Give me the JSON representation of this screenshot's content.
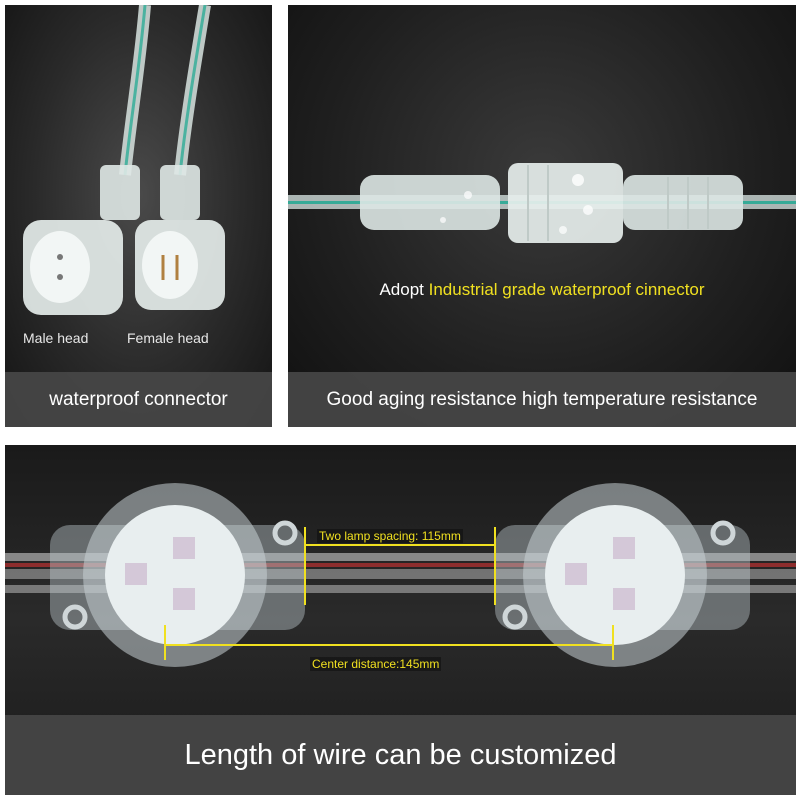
{
  "panels": {
    "top_left": {
      "male_label": "Male head",
      "female_label": "Female head",
      "caption": "waterproof connector"
    },
    "top_right": {
      "promo_prefix": "Adopt ",
      "promo_highlight": "Industrial grade waterproof cinnector",
      "caption": "Good aging resistance high temperature resistance"
    },
    "bottom": {
      "spacing_label": "Two lamp spacing: 115mm",
      "center_label": "Center distance:145mm",
      "caption": "Length of wire can be customized"
    }
  },
  "colors": {
    "highlight": "#f0e020",
    "caption_bg": "#464646",
    "wire_accent": "#19a890"
  }
}
